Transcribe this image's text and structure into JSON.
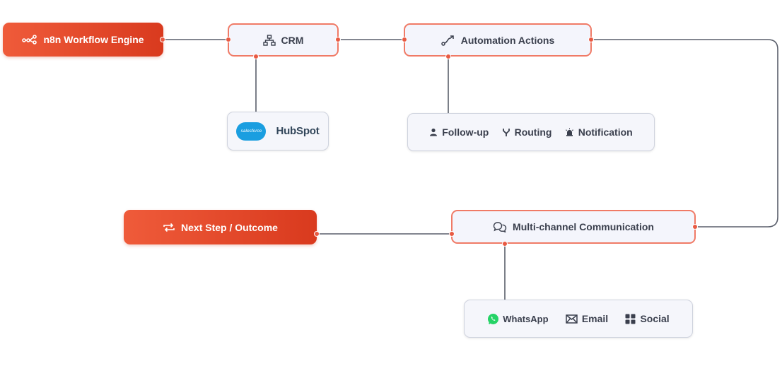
{
  "engine": {
    "label": "n8n Workflow Engine",
    "icon": "workflow-nodes-icon"
  },
  "crm": {
    "label": "CRM",
    "icon": "hierarchy-icon",
    "integrations": [
      {
        "label": "salesforce",
        "icon": "salesforce-cloud-logo"
      },
      {
        "label": "HubSpot",
        "icon": "hubspot-logo"
      }
    ]
  },
  "actions": {
    "label": "Automation Actions",
    "icon": "curve-arrow-icon",
    "items": [
      {
        "label": "Follow-up",
        "icon": "person-icon"
      },
      {
        "label": "Routing",
        "icon": "fork-icon"
      },
      {
        "label": "Notification",
        "icon": "alarm-icon"
      }
    ]
  },
  "communication": {
    "label": "Multi-channel Communication",
    "icon": "chat-bubbles-icon",
    "channels": [
      {
        "label": "WhatsApp",
        "icon": "whatsapp-icon",
        "color": "#25d366"
      },
      {
        "label": "Email",
        "icon": "envelope-icon"
      },
      {
        "label": "Social",
        "icon": "grid-icon"
      }
    ]
  },
  "outcome": {
    "label": "Next Step / Outcome",
    "icon": "cycle-arrows-icon"
  },
  "colors": {
    "accent": "#e04a2f",
    "border": "#f07a66",
    "connector": "#555a66"
  }
}
